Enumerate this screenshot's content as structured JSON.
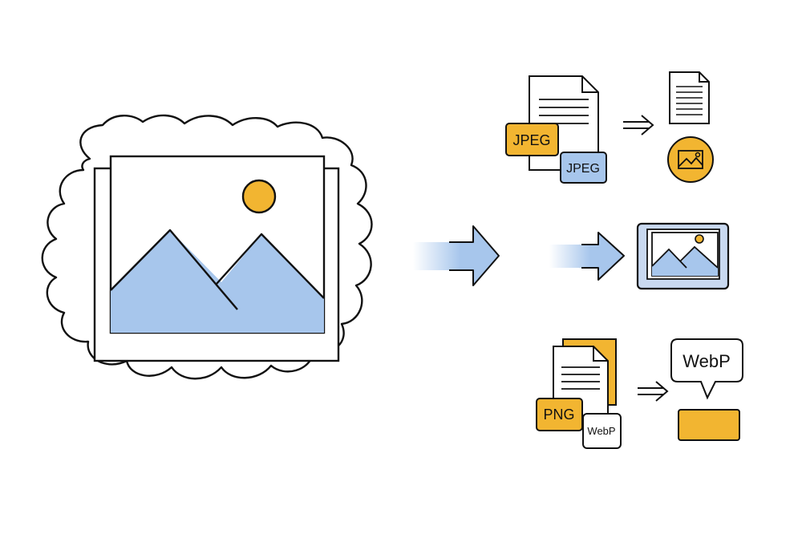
{
  "colors": {
    "stroke": "#111111",
    "yellow": "#f2b531",
    "blue": "#a7c6ec",
    "blue_light": "#d7e5f7",
    "blue_frame": "#c9d9f0",
    "white": "#ffffff"
  },
  "icons": {
    "cloud": "cloud-outline-icon",
    "main_image": "landscape-image-icon",
    "sun": "sun-icon",
    "big_arrow": "right-arrow-icon",
    "document": "document-icon",
    "small_arrow": "small-right-arrow-icon",
    "photo_circle": "image-badge-icon",
    "framed_photo": "framed-landscape-icon",
    "speech_bubble": "speech-bubble-icon",
    "yellow_bar": "yellow-bar"
  },
  "labels": {
    "jpeg_primary": "JPEG",
    "jpeg_secondary": "JPEG",
    "png": "PNG",
    "webp_tag": "WebP",
    "webp_bubble": "WebP",
    "arrow_small_1": "⇒",
    "arrow_small_2": "⇒"
  }
}
